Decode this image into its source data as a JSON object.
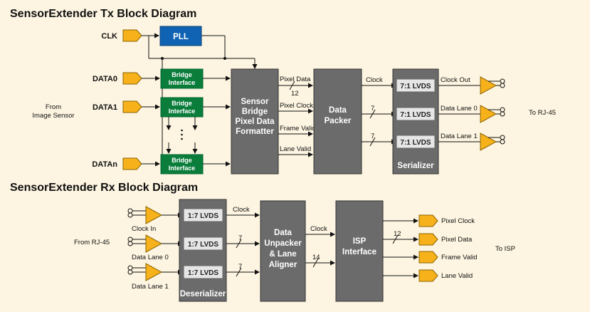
{
  "tx": {
    "title": "SensorExtender Tx Block Diagram",
    "clk": "CLK",
    "pll": "PLL",
    "data_inputs": [
      "DATA0",
      "DATA1",
      "DATAn"
    ],
    "bridge_line1": "Bridge",
    "bridge_line2": "Interface",
    "source": [
      "From",
      "Image Sensor"
    ],
    "formatter": [
      "Sensor",
      "Bridge",
      "Pixel Data",
      "Formatter"
    ],
    "formatter_signals": [
      "Pixel Data",
      "Pixel Clock",
      "Frame Valid",
      "Lane Valid"
    ],
    "bus_width_pixel": "12",
    "packer": [
      "Data",
      "Packer"
    ],
    "packer_signals": [
      "Clock"
    ],
    "packer_bus_widths": [
      "7",
      "7"
    ],
    "lvds_label": "7:1 LVDS",
    "serializer": "Serializer",
    "outputs": [
      "Clock Out",
      "Data Lane 0",
      "Data Lane 1"
    ],
    "destination": "To RJ-45"
  },
  "rx": {
    "title": "SensorExtender Rx Block Diagram",
    "source": "From RJ-45",
    "inputs": [
      "Clock In",
      "Data Lane 0",
      "Data Lane 1"
    ],
    "lvds_label": "1:7 LVDS",
    "deserializer": "Deserializer",
    "deser_signals": [
      "Clock"
    ],
    "deser_bus_widths": [
      "7",
      "7"
    ],
    "unpacker": [
      "Data",
      "Unpacker",
      "& Lane",
      "Aligner"
    ],
    "unpacker_signals": [
      "Clock"
    ],
    "unpacker_bus_width": "14",
    "isp": [
      "ISP",
      "Interface"
    ],
    "isp_bus_width": "12",
    "outputs": [
      "Pixel Clock",
      "Pixel Data",
      "Frame Valid",
      "Lane Valid"
    ],
    "destination": "To ISP"
  }
}
